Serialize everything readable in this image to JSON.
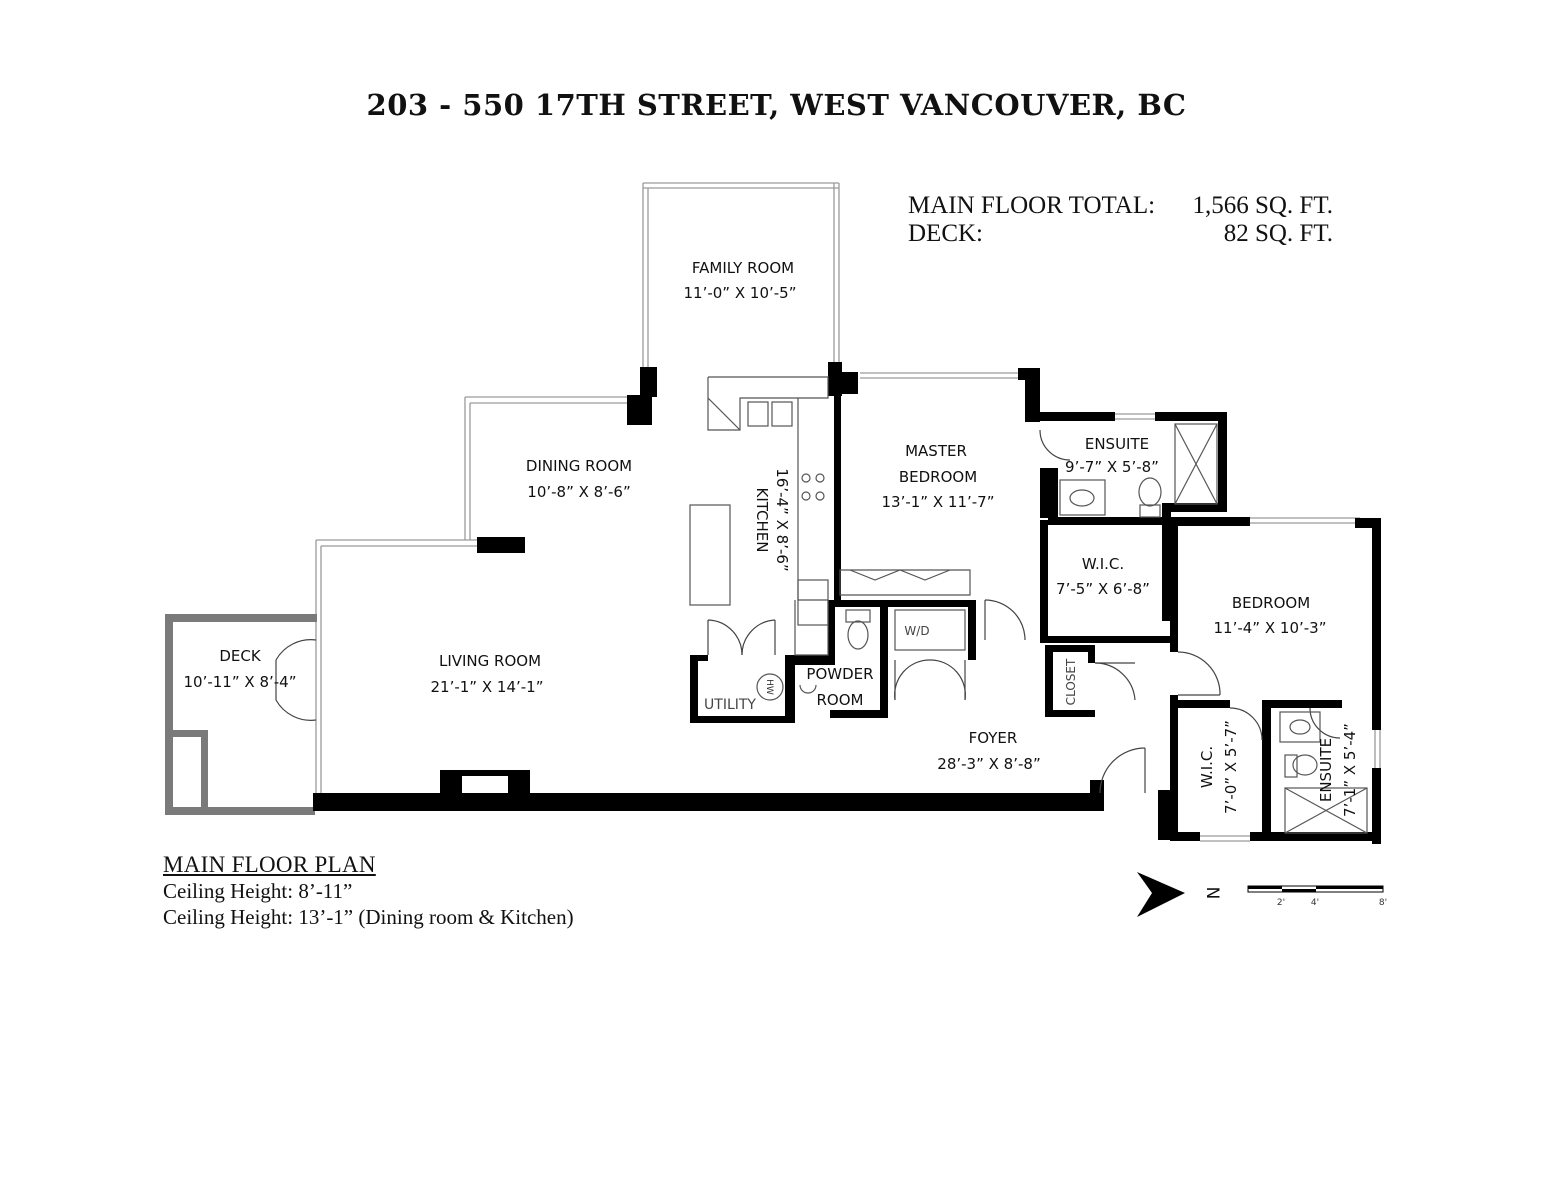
{
  "title": "203 - 550 17TH STREET, WEST VANCOUVER, BC",
  "totals": {
    "main_floor_label": "MAIN FLOOR TOTAL:",
    "main_floor_value": "1,566 SQ. FT.",
    "deck_label": "DECK:",
    "deck_value": "82 SQ. FT."
  },
  "plan_notes": {
    "heading": "MAIN FLOOR PLAN",
    "ceiling_1": "Ceiling Height: 8’-11”",
    "ceiling_2": "Ceiling Height: 13’-1” (Dining room & Kitchen)"
  },
  "rooms": {
    "family_room": {
      "name": "FAMILY ROOM",
      "dims": "11’-0” X 10’-5”"
    },
    "dining_room": {
      "name": "DINING ROOM",
      "dims": "10’-8” X 8’-6”"
    },
    "kitchen": {
      "name": "KITCHEN",
      "dims": "16’-4” X 8’-6”"
    },
    "master_bedroom": {
      "name_1": "MASTER",
      "name_2": "BEDROOM",
      "dims": "13’-1” X 11’-7”"
    },
    "ensuite_master": {
      "name": "ENSUITE",
      "dims": "9’-7” X 5’-8”"
    },
    "wic_master": {
      "name": "W.I.C.",
      "dims": "7’-5” X 6’-8”"
    },
    "bedroom": {
      "name": "BEDROOM",
      "dims": "11’-4” X 10’-3”"
    },
    "deck": {
      "name": "DECK",
      "dims": "10’-11” X 8’-4”"
    },
    "living_room": {
      "name": "LIVING ROOM",
      "dims": "21’-1” X 14’-1”"
    },
    "utility": {
      "name": "UTILITY",
      "hw": "HW"
    },
    "powder_room": {
      "name_1": "POWDER",
      "name_2": "ROOM"
    },
    "wd": {
      "name": "W/D"
    },
    "closet": {
      "name": "CLOSET"
    },
    "foyer": {
      "name": "FOYER",
      "dims": "28’-3” X 8’-8”"
    },
    "wic_bedroom": {
      "name": "W.I.C.",
      "dims": "7’-0” X 5’-7”"
    },
    "ensuite_bedroom": {
      "name": "ENSUITE",
      "dims": "7’-1” X 5’-4”"
    }
  },
  "compass": {
    "direction": "N"
  },
  "scale": {
    "ticks": [
      "2'",
      "4'",
      "8'"
    ]
  },
  "colors": {
    "wall": "#000000",
    "deck_wall": "#7a7a7a",
    "window": "#9a9a9a",
    "fixture": "#555555"
  }
}
